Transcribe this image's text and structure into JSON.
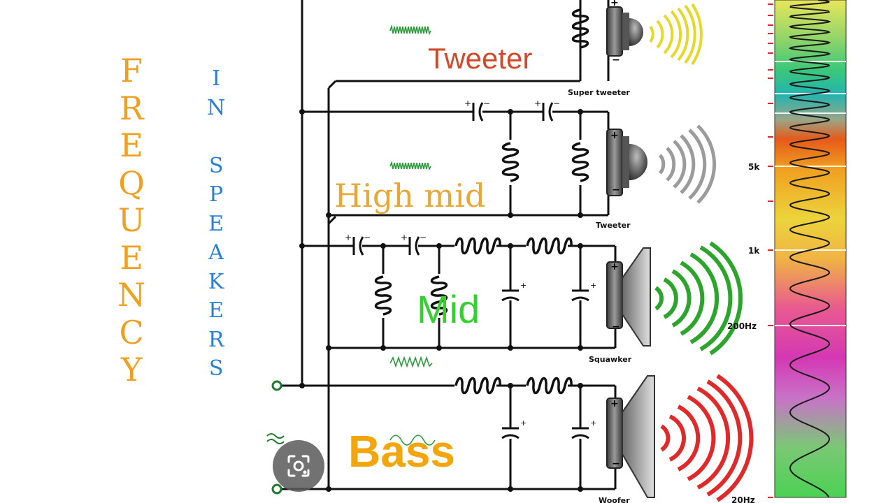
{
  "title_vertical": "FREQUENCY",
  "subtitle_vertical": "IN SPEAKERS",
  "bands": {
    "tweeter": "Tweeter",
    "high_mid": "High mid",
    "mid": "Mid",
    "bass": "Bass"
  },
  "speakers": {
    "super_tweeter": "Super tweeter",
    "tweeter": "Tweeter",
    "squawker": "Squawker",
    "woofer": "Woofer"
  },
  "scale_labels": [
    "5k",
    "1k",
    "200Hz",
    "20Hz"
  ],
  "colors": {
    "title": "#f0a020",
    "subtitle": "#2a7fd4",
    "tweeter": "#d4482a",
    "high_mid": "#e8a838",
    "mid": "#33d12e",
    "bass": "#f2a60c",
    "wave_tweeter": "#e6d829",
    "wave_high_mid": "#9b9b9b",
    "wave_mid": "#2da52d",
    "wave_bass": "#e02a2a"
  },
  "icons": [
    "inductor-icon",
    "capacitor-icon",
    "speaker-icon",
    "sound-wave-icon",
    "lens-icon"
  ]
}
